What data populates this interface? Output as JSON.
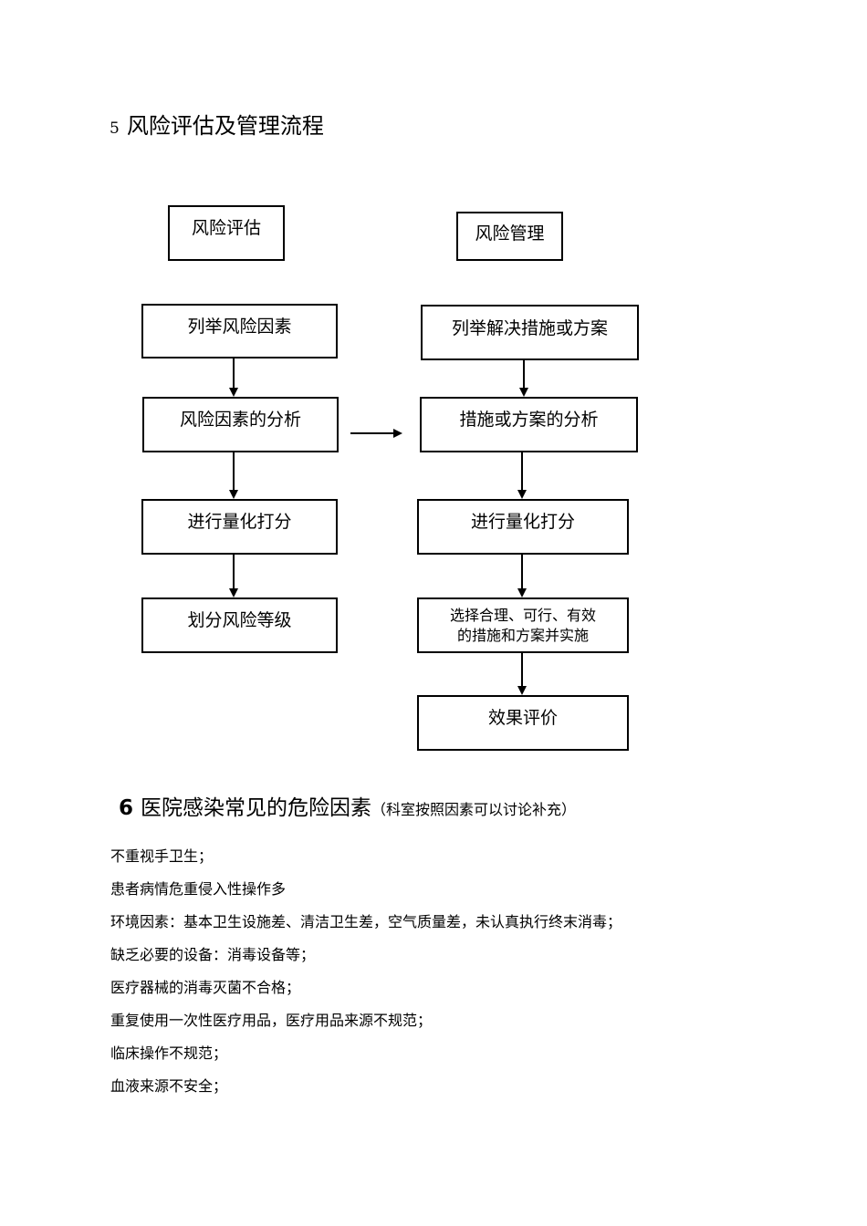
{
  "section5": {
    "number": "5",
    "title": "风险评估及管理流程"
  },
  "flowchart": {
    "left_header": "风险评估",
    "right_header": "风险管理",
    "left_steps": [
      "列举风险因素",
      "风险因素的分析",
      "进行量化打分",
      "划分风险等级"
    ],
    "right_steps": [
      "列举解决措施或方案",
      "措施或方案的分析",
      "进行量化打分",
      "选择合理、可行、有效",
      "的措施和方案并实施",
      "效果评价"
    ]
  },
  "section6": {
    "number": "6",
    "title": "医院感染常见的危险因素",
    "note": "（科室按照因素可以讨论补充）",
    "items": [
      "不重视手卫生；",
      "患者病情危重侵入性操作多",
      "环境因素：基本卫生设施差、清洁卫生差，空气质量差，未认真执行终末消毒；",
      "缺乏必要的设备：消毒设备等；",
      "医疗器械的消毒灭菌不合格；",
      "重复使用一次性医疗用品，医疗用品来源不规范；",
      "临床操作不规范；",
      "血液来源不安全；"
    ]
  }
}
